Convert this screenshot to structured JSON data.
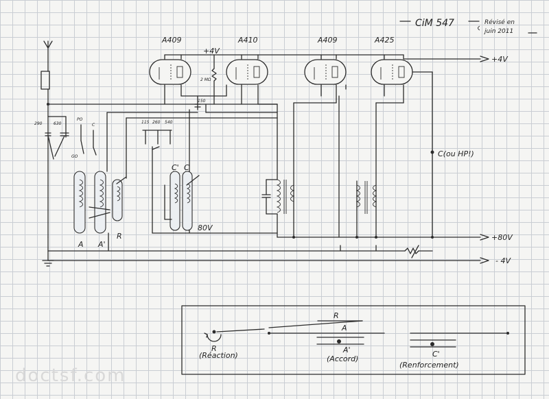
{
  "header": {
    "model": "CiM 547",
    "revision_line1": "Révisé en",
    "revision_line2": "juin 2011"
  },
  "tubes": [
    "A409",
    "A410",
    "A409",
    "A425"
  ],
  "supply": {
    "plus_4v_top": "+4V",
    "plus_4v_right": "+4V",
    "plus_80v": "+80V",
    "minus_4v": "- 4V",
    "v80_bus": "80V"
  },
  "components": {
    "resistor_2mohm": "2 MΩ",
    "capacitor_150": "150",
    "switch_po": "PO",
    "switch_go": "GO",
    "switch_c": "C",
    "cap_290": "290",
    "cap_630": "630",
    "cap_115": "115",
    "cap_260": "260",
    "cap_540": "540",
    "coil_a": "A",
    "coil_a_prime": "A'",
    "coil_r": "R",
    "coil_c_prime": "C'",
    "coil_c": "C",
    "hp_terminal": "C(ou HP!)"
  },
  "legend": {
    "knob_r": "R",
    "reaction": "(Réaction)",
    "r_label": "R",
    "a_label": "A",
    "a_prime": "A'",
    "accord": "(Accord)",
    "c_prime": "C'",
    "renforcement": "(Renforcement)"
  },
  "watermark": "doctsf.com"
}
